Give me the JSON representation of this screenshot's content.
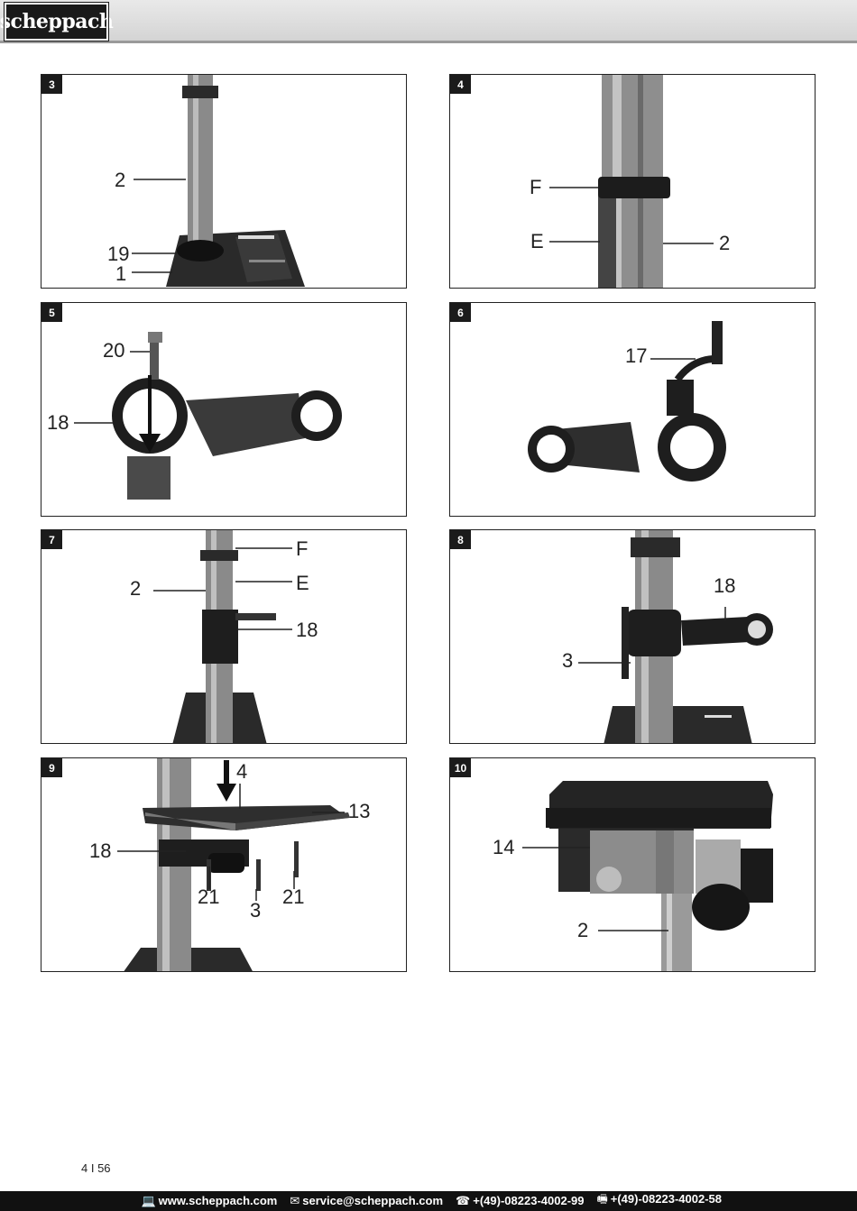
{
  "header": {
    "logo_text": "scheppach"
  },
  "panels": [
    {
      "number": "3",
      "labels": [
        "2",
        "19",
        "1"
      ]
    },
    {
      "number": "4",
      "labels": [
        "F",
        "E",
        "2"
      ]
    },
    {
      "number": "5",
      "labels": [
        "20",
        "18"
      ]
    },
    {
      "number": "6",
      "labels": [
        "17"
      ]
    },
    {
      "number": "7",
      "labels": [
        "F",
        "2",
        "E",
        "18"
      ]
    },
    {
      "number": "8",
      "labels": [
        "18",
        "3"
      ]
    },
    {
      "number": "9",
      "labels": [
        "4",
        "13",
        "18",
        "21",
        "3",
        "21"
      ]
    },
    {
      "number": "10",
      "labels": [
        "14",
        "2"
      ]
    }
  ],
  "page": {
    "number": "4 I 56"
  },
  "footer": {
    "web": "www.scheppach.com",
    "email": "service@scheppach.com",
    "phone": "+(49)-08223-4002-99",
    "fax": "+(49)-08223-4002-58",
    "web_icon": "computer-icon",
    "email_icon": "mail-icon",
    "phone_icon": "telephone-icon",
    "fax_icon": "fax-icon"
  }
}
